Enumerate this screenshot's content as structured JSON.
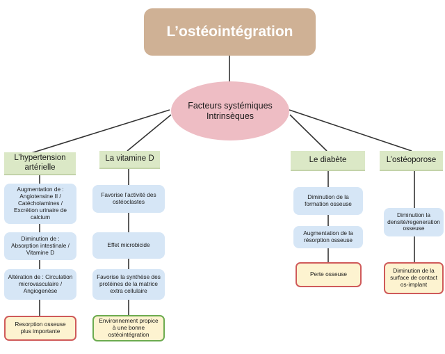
{
  "title": "L’ostéointégration",
  "hub": "Facteurs systémiques Intrinsèques",
  "categories": {
    "hypertension": "L’hypertension artérielle",
    "vitamine_d": "La vitamine D",
    "diabete": "Le diabète",
    "osteoporose": "L’ostéoporose"
  },
  "hypertension": {
    "items": [
      "Augmentation de : Angiotensine II / Catécholamines / Excrétion urinaire de calcium",
      "Diminution de : Absorption intestinale / Vitamine D",
      "Altération de : Circulation microvasculaire / Angiogenèse"
    ],
    "outcome": "Resorption osseuse plus importante"
  },
  "vitamine_d": {
    "items": [
      "Favorise l’activité des ostéoclastes",
      "Effet microbicide",
      "Favorise la synthèse des protéines de la matrice extra cellulaire"
    ],
    "outcome": "Environnement propice à une bonne ostéointégration"
  },
  "diabete": {
    "items": [
      "Diminution de la formation osseuse",
      "Augmentation de la résorption osseuse"
    ],
    "outcome": "Perte osseuse"
  },
  "osteoporose": {
    "items": [
      "Diminution la densité/regeneration osseuse"
    ],
    "outcome": "Diminution de la surface de contact os-implant"
  },
  "colors": {
    "title": "#cfb195",
    "hub": "#eebdc4",
    "category": "#dbe8c6",
    "factor": "#d6e6f6",
    "outcome_fill": "#fdf3d0",
    "negative_border": "#cf5a5a",
    "positive_border": "#6cab4f"
  }
}
